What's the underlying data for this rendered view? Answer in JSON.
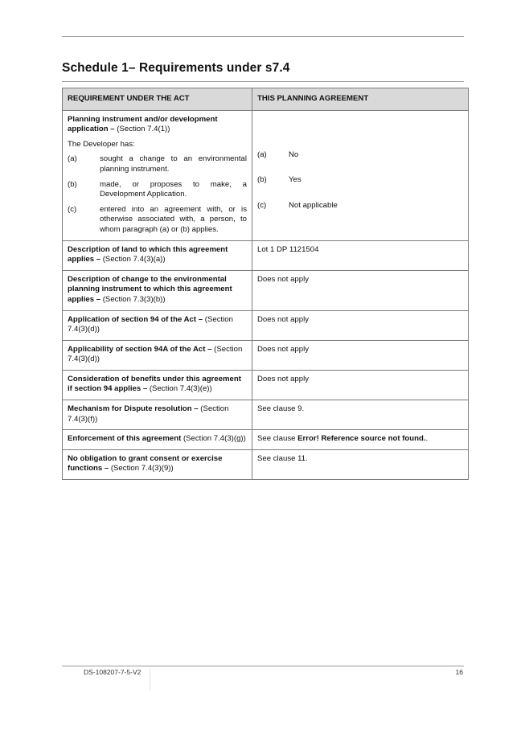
{
  "title": "Schedule 1– Requirements under s7.4",
  "table": {
    "header": {
      "col1": "REQUIREMENT UNDER THE ACT",
      "col2": "THIS PLANNING AGREEMENT"
    },
    "row1": {
      "label": "Planning instrument and/or development application –",
      "ref": " (Section 7.4(1))",
      "intro": "The Developer has:",
      "items": [
        {
          "key": "(a)",
          "text": "sought a change to an environmental planning instrument.",
          "answer_key": "(a)",
          "answer": "No"
        },
        {
          "key": "(b)",
          "text": "made, or proposes to make, a Development Application.",
          "answer_key": "(b)",
          "answer": "Yes"
        },
        {
          "key": "(c)",
          "text": "entered into an agreement with, or is otherwise associated with, a person, to whom paragraph (a) or (b) applies.",
          "answer_key": "(c)",
          "answer": "Not applicable"
        }
      ]
    },
    "rows": [
      {
        "label": "Description of land to which this agreement applies –",
        "ref": " (Section 7.4(3)(a))",
        "value": "Lot 1 DP 1121504"
      },
      {
        "label": "Description of change to the environmental planning instrument to which this agreement applies –",
        "ref": " (Section 7.3(3)(b))",
        "value": "Does not apply"
      },
      {
        "label": "Application of section 94 of the Act –",
        "ref": " (Section 7.4(3)(d))",
        "value": "Does not apply"
      },
      {
        "label": "Applicability of section 94A of the Act –",
        "ref": " (Section 7.4(3)(d))",
        "value": "Does not apply"
      },
      {
        "label": "Consideration of benefits under this agreement if section 94 applies –",
        "ref": " (Section 7.4(3)(e))",
        "value": "Does not apply"
      },
      {
        "label": "Mechanism for Dispute resolution –",
        "ref": " (Section 7.4(3)(f))",
        "value": "See clause 9."
      }
    ],
    "enforcement": {
      "label": "Enforcement of this agreement",
      "ref": " (Section 7.4(3)(g))",
      "value_prefix": "See clause ",
      "value_bold": "Error! Reference source not found.",
      "value_suffix": "."
    },
    "last": {
      "label": "No obligation to grant consent or exercise functions –",
      "ref": " (Section 7.4(3)(9))",
      "value": "See clause 11."
    }
  },
  "footer": {
    "doc_id": "DS-108207-7-5-V2",
    "page": "16"
  }
}
